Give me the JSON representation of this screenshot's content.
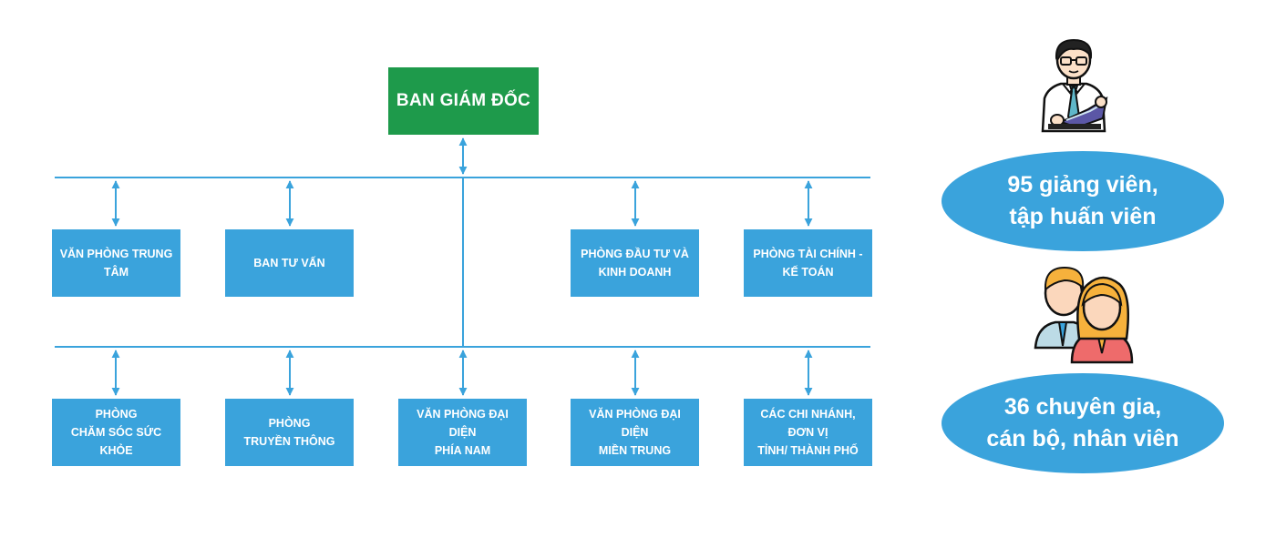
{
  "colors": {
    "green": "#1e9a4b",
    "blue": "#3aa3dc",
    "line": "#3aa3dc"
  },
  "top": {
    "label": "BAN GIÁM ĐỐC"
  },
  "row1": [
    {
      "lines": [
        "VĂN PHÒNG TRUNG TÂM"
      ]
    },
    {
      "lines": [
        "BAN TƯ VẤN"
      ]
    },
    {
      "lines": [
        "PHÒNG ĐẦU TƯ VÀ",
        "KINH DOANH"
      ]
    },
    {
      "lines": [
        "PHÒNG TÀI CHÍNH -",
        "KẾ TOÁN"
      ]
    }
  ],
  "row2": [
    {
      "lines": [
        "PHÒNG",
        "CHĂM SÓC SỨC KHỎE"
      ]
    },
    {
      "lines": [
        "PHÒNG",
        "TRUYỀN THÔNG"
      ]
    },
    {
      "lines": [
        "VĂN PHÒNG ĐẠI DIỆN",
        "PHÍA NAM"
      ]
    },
    {
      "lines": [
        "VĂN PHÒNG ĐẠI DIỆN",
        "MIỀN TRUNG"
      ]
    },
    {
      "lines": [
        "CÁC CHI NHÁNH, ĐƠN VỊ",
        "TỈNH/ THÀNH PHỐ"
      ]
    }
  ],
  "stats": [
    {
      "icon": "teacher-icon",
      "lines": [
        "95 giảng viên,",
        "tập huấn viên"
      ]
    },
    {
      "icon": "people-icon",
      "lines": [
        "36 chuyên gia,",
        "cán bộ, nhân viên"
      ]
    }
  ]
}
